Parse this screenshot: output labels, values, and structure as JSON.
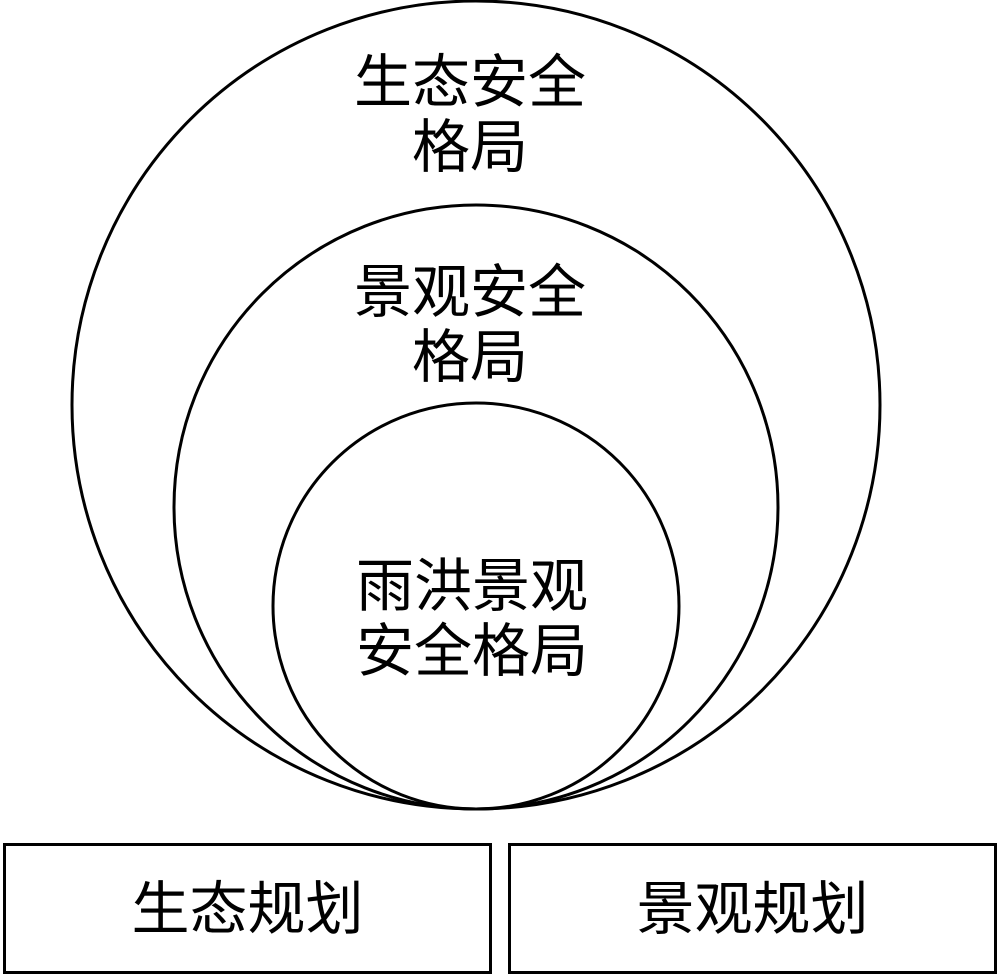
{
  "diagram": {
    "outer_circle": {
      "label_line1": "生态安全",
      "label_line2": "格局"
    },
    "middle_circle": {
      "label_line1": "景观安全",
      "label_line2": "格局"
    },
    "inner_circle": {
      "label_line1": "雨洪景观",
      "label_line2": "安全格局"
    }
  },
  "boxes": {
    "left_label": "生态规划",
    "right_label": "景观规划"
  },
  "colors": {
    "stroke": "#000000",
    "background": "#ffffff"
  }
}
